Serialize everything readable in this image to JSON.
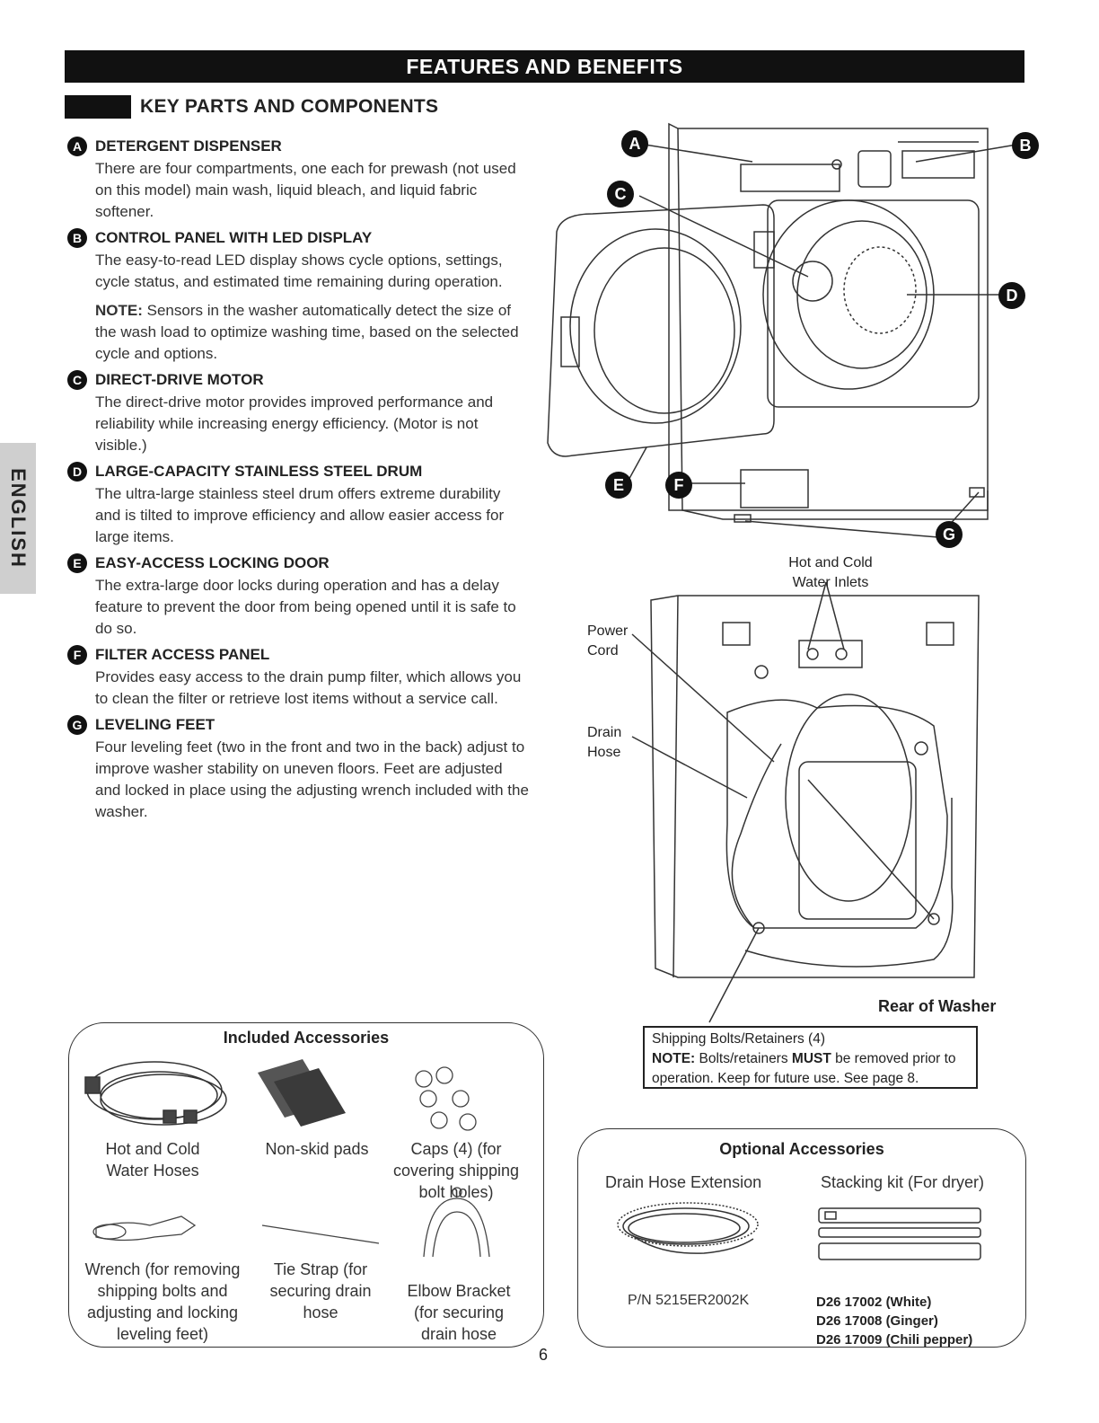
{
  "banner": "FEATURES AND BENEFITS",
  "section_title": "KEY PARTS AND COMPONENTS",
  "language_tab": "ENGLISH",
  "features": [
    {
      "letter": "A",
      "title": "DETERGENT DISPENSER",
      "text": "There are four compartments, one each for prewash (not used on this model) main wash, liquid bleach, and liquid fabric softener."
    },
    {
      "letter": "B",
      "title": "CONTROL PANEL WITH LED DISPLAY",
      "text": "The easy-to-read LED display shows cycle options, settings, cycle status, and estimated time remaining during operation.",
      "note_label": "NOTE:",
      "note_text": " Sensors in the washer automatically detect the size of the wash load to optimize washing time, based on the selected cycle and options."
    },
    {
      "letter": "C",
      "title": "DIRECT-DRIVE MOTOR",
      "text": "The direct-drive motor provides improved performance and reliability while increasing energy efficiency. (Motor is not visible.)"
    },
    {
      "letter": "D",
      "title": "LARGE-CAPACITY STAINLESS STEEL DRUM",
      "text": "The ultra-large stainless steel drum offers extreme durability and is tilted to improve efficiency and allow easier access for large items."
    },
    {
      "letter": "E",
      "title": "EASY-ACCESS LOCKING DOOR",
      "text": "The extra-large door locks during operation and has a delay feature to prevent the door from being opened until it is safe to do so."
    },
    {
      "letter": "F",
      "title": "FILTER ACCESS PANEL",
      "text": "Provides easy access to the drain pump filter, which allows you to clean the filter or retrieve lost items without a service call."
    },
    {
      "letter": "G",
      "title": "LEVELING FEET",
      "text": "Four leveling feet (two in the front and two in the back) adjust to improve washer stability on uneven floors. Feet are adjusted and locked in place using the adjusting wrench included with the washer."
    }
  ],
  "diagram": {
    "callouts": [
      "A",
      "B",
      "C",
      "D",
      "E",
      "F",
      "G"
    ],
    "hot_cold_inlets": "Hot and Cold Water Inlets",
    "power_cord": "Power Cord",
    "drain_hose": "Drain Hose",
    "rear_label": "Rear of Washer",
    "shipping_line1": "Shipping Bolts/Retainers (4)",
    "shipping_note_label": "NOTE:",
    "shipping_note_a": " Bolts/retainers ",
    "shipping_note_must": "MUST",
    "shipping_note_b": " be removed prior to operation. Keep for future use. See page 8."
  },
  "included": {
    "title": "Included Accessories",
    "items": [
      "Hot and Cold Water Hoses",
      "Non-skid pads",
      "Caps (4) (for covering shipping bolt holes)",
      "Wrench (for removing shipping bolts and adjusting and locking leveling feet)",
      "Tie Strap (for securing drain hose",
      "Elbow Bracket (for securing drain hose"
    ]
  },
  "optional": {
    "title": "Optional Accessories",
    "drain_ext": "Drain Hose Extension",
    "drain_pn": "P/N 5215ER2002K",
    "stacking": "Stacking kit (For dryer)",
    "codes": [
      "D26 17002 (White)",
      "D26 17008 (Ginger)",
      "D26 17009 (Chili pepper)"
    ]
  },
  "page_number": "6"
}
